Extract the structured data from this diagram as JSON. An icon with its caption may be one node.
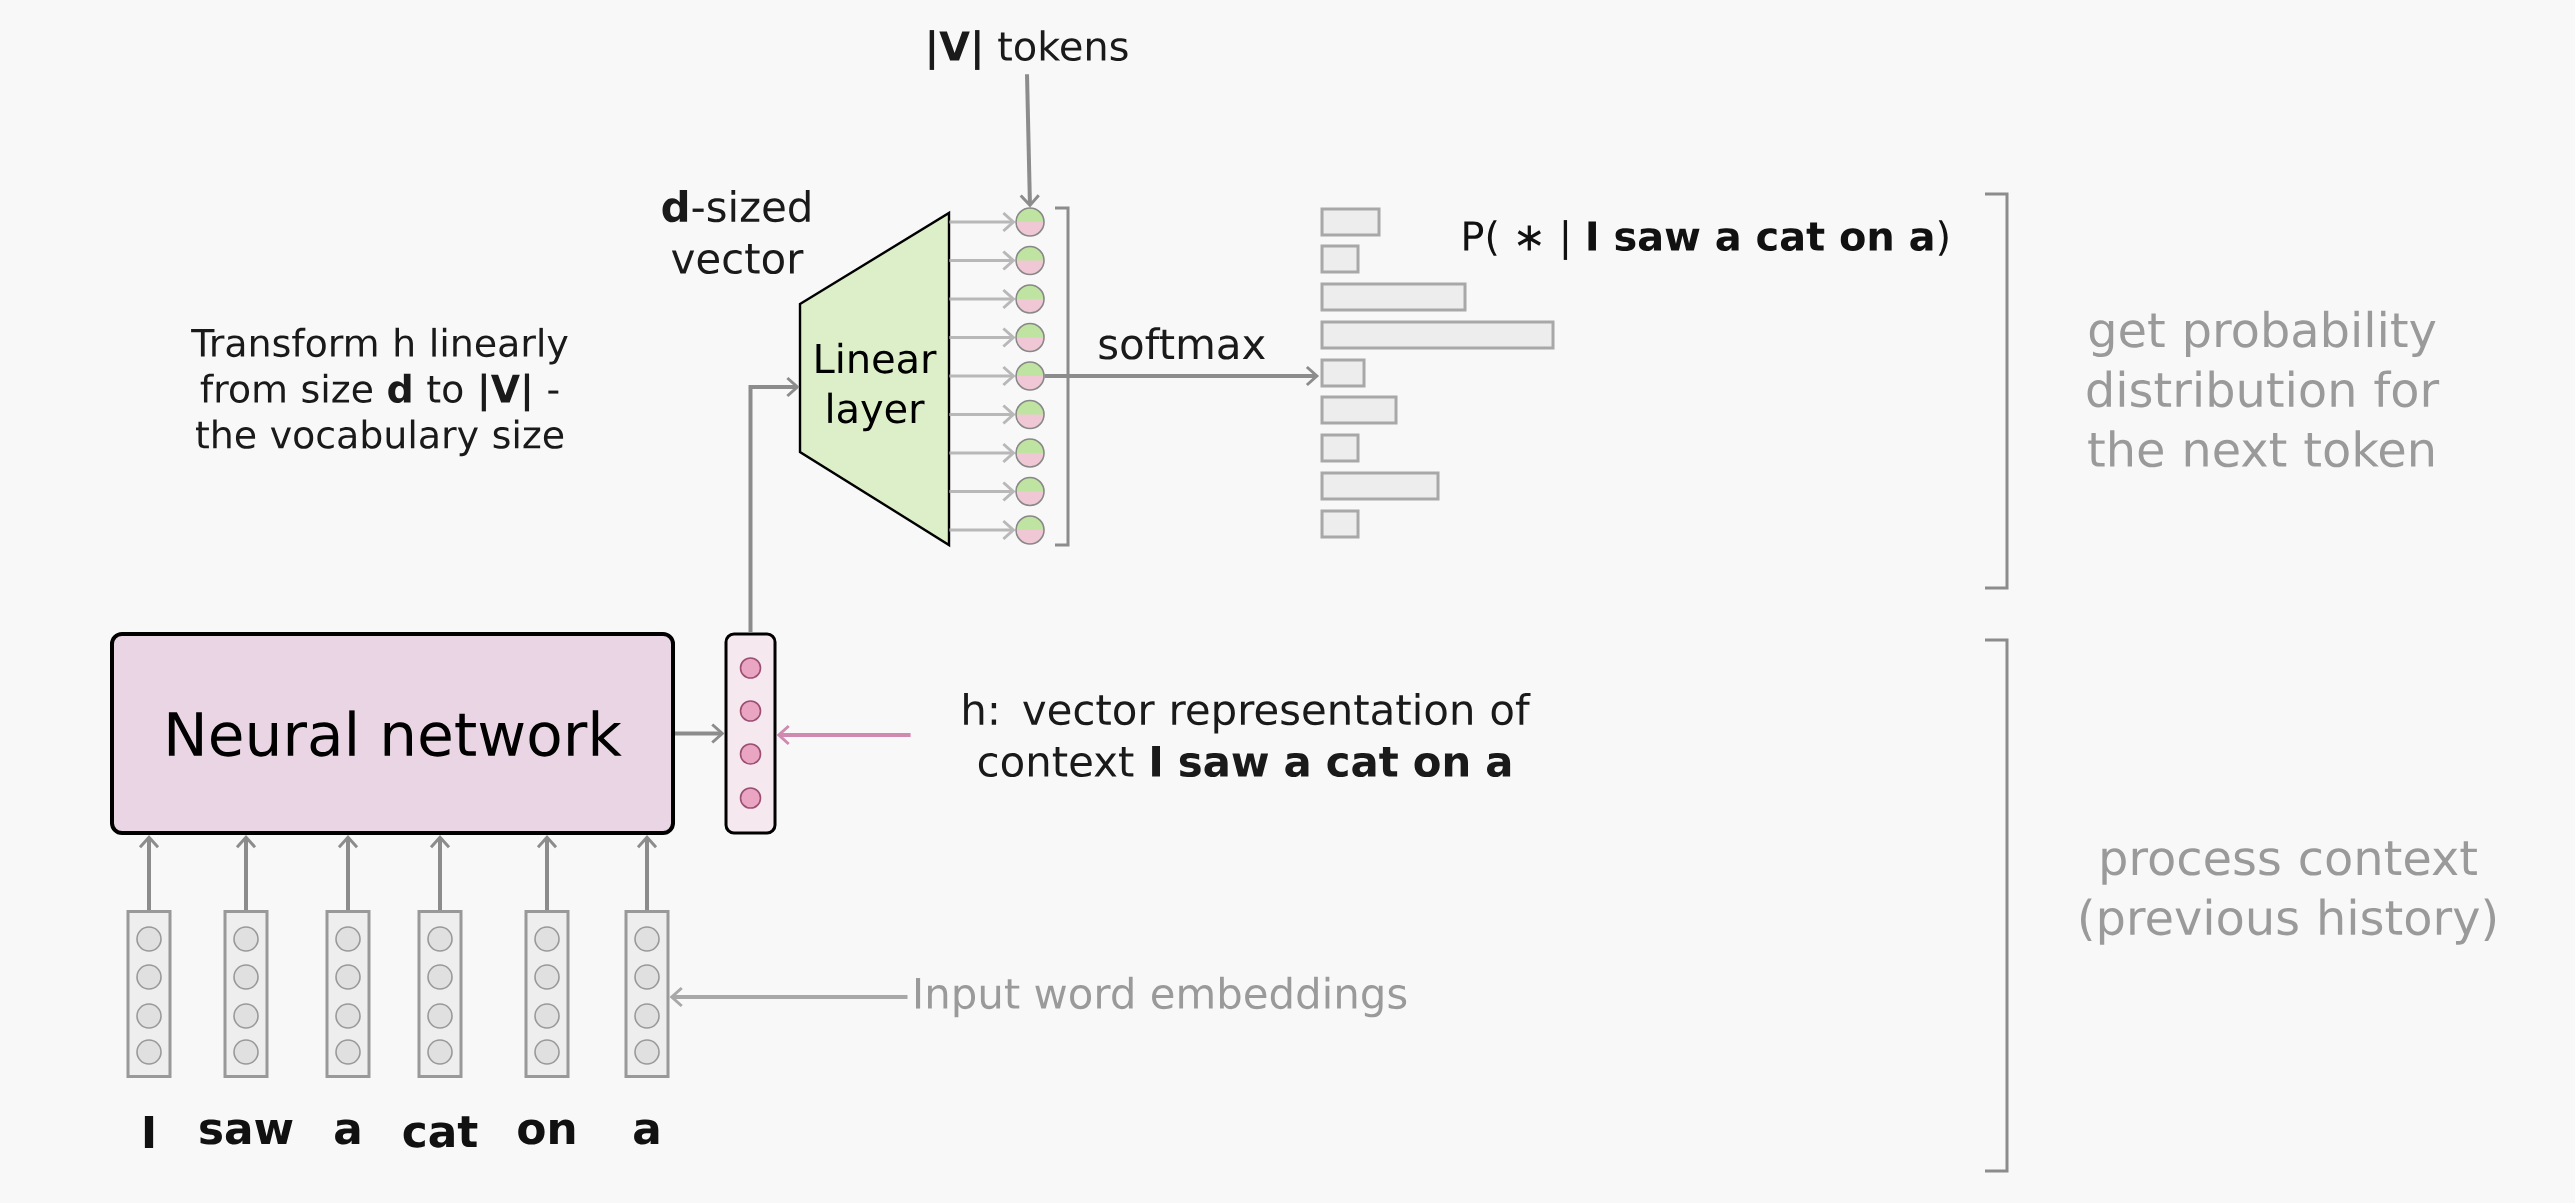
{
  "diagram": {
    "nodes": [
      {
        "text": [
          "**|V|** tokens"
        ]
      },
      {
        "text": [
          "Linear layer"
        ]
      },
      {
        "text": [],
        "shape": "circle"
      },
      {
        "text": [],
        "shape": "circle"
      },
      {
        "text": [],
        "shape": "circle"
      },
      {
        "text": [],
        "shape": "circle"
      },
      {
        "text": [],
        "shape": "circle"
      },
      {
        "text": [],
        "shape": "circle"
      },
      {
        "text": [],
        "shape": "circle"
      },
      {
        "text": [],
        "shape": "circle"
      },
      {
        "text": [],
        "shape": "circle"
      },
      {
        "text": [],
        "shape": "bar",
        "beside": [
          "P( ∗ | **I saw a cat on a**)"
        ]
      },
      {
        "text": [
          "Neural network"
        ]
      },
      {
        "text": [],
        "shape": "box"
      },
      {
        "text": [
          "h: vector representation of context **I saw a cat on a**"
        ]
      },
      {
        "text": [],
        "shape": "box",
        "beside": [
          "I"
        ]
      },
      {
        "text": [],
        "shape": "box",
        "beside": [
          "saw"
        ]
      },
      {
        "text": [],
        "shape": "box",
        "beside": [
          "a"
        ]
      },
      {
        "text": [],
        "shape": "box",
        "beside": [
          "cat"
        ]
      },
      {
        "text": [],
        "shape": "box",
        "beside": [
          "on"
        ]
      },
      {
        "text": [],
        "shape": "box",
        "beside": [
          "a"
        ]
      },
      {
        "text": [
          "Input word embeddings"
        ]
      }
    ],
    "edges": [
      {
        "from": 0,
        "to": 2,
        "arrow": "to"
      },
      {
        "from": 1,
        "to": 2,
        "arrow": "to",
        "color": "#b8b8b8"
      },
      {
        "from": 1,
        "to": 3,
        "arrow": "to",
        "color": "#b8b8b8"
      },
      {
        "from": 1,
        "to": 4,
        "arrow": "to",
        "color": "#b8b8b8"
      },
      {
        "from": 1,
        "to": 5,
        "arrow": "to",
        "color": "#b8b8b8"
      },
      {
        "from": 1,
        "to": 6,
        "arrow": "to",
        "color": "#b8b8b8"
      },
      {
        "from": 1,
        "to": 7,
        "arrow": "to",
        "color": "#b8b8b8"
      },
      {
        "from": 1,
        "to": 8,
        "arrow": "to",
        "color": "#b8b8b8"
      },
      {
        "from": 1,
        "to": 9,
        "arrow": "to",
        "color": "#b8b8b8"
      },
      {
        "from": 1,
        "to": 10,
        "arrow": "to",
        "color": "#b8b8b8"
      },
      {
        "from": 6,
        "to": 11,
        "arrow": "to",
        "label": "softmax"
      },
      {
        "from": 12,
        "to": 13,
        "arrow": "to"
      },
      {
        "from": 13,
        "to": 1,
        "arrow": "to"
      },
      {
        "from": 14,
        "to": 13,
        "arrow": "to",
        "color": "#d08ab0"
      },
      {
        "from": 15,
        "to": 12,
        "arrow": "to"
      },
      {
        "from": 16,
        "to": 12,
        "arrow": "to"
      },
      {
        "from": 17,
        "to": 12,
        "arrow": "to"
      },
      {
        "from": 18,
        "to": 12,
        "arrow": "to"
      },
      {
        "from": 19,
        "to": 12,
        "arrow": "to"
      },
      {
        "from": 20,
        "to": 12,
        "arrow": "to"
      },
      {
        "from": 21,
        "to": 20,
        "arrow": "to",
        "color": "#a8a8a8"
      }
    ],
    "labels": [
      "**d**-sized vector",
      "Transform h linearly from size **d** to **|V|** - the vocabulary size",
      "get probability distribution for the next token",
      "process context (previous history)"
    ]
  }
}
